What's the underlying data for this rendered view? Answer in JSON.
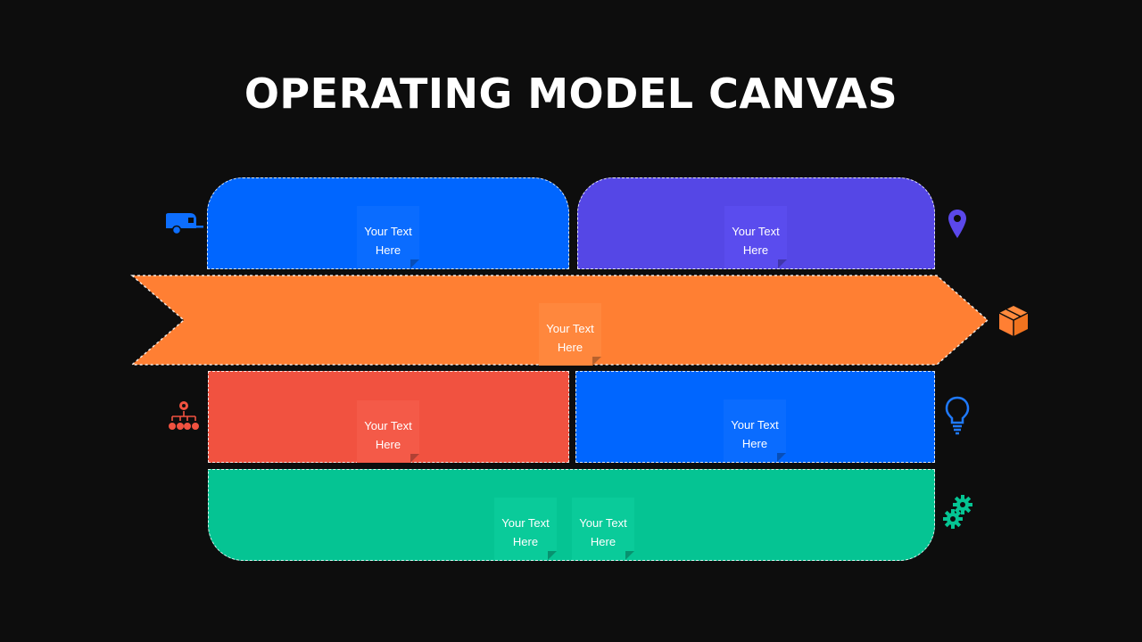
{
  "title": "OPERATING MODEL CANVAS",
  "colors": {
    "background": "#0d0d0d",
    "blue": "#0066ff",
    "purple": "#5547e6",
    "orange": "#ff7f33",
    "red": "#f15240",
    "green": "#05c493"
  },
  "blocks": {
    "people": {
      "note": {
        "line1": "Your Text",
        "line2": "Here"
      },
      "icon": "trailer-icon"
    },
    "location": {
      "note": {
        "line1": "Your Text",
        "line2": "Here"
      },
      "icon": "location-pin-icon"
    },
    "value_chain": {
      "note": {
        "line1": "Your Text",
        "line2": "Here"
      },
      "icon": "box-icon"
    },
    "organization": {
      "note": {
        "line1": "Your Text",
        "line2": "Here"
      },
      "icon": "org-chart-icon"
    },
    "information": {
      "note": {
        "line1": "Your Text",
        "line2": "Here"
      },
      "icon": "lightbulb-icon"
    },
    "management": {
      "notes": [
        {
          "line1": "Your Text",
          "line2": "Here"
        },
        {
          "line1": "Your Text",
          "line2": "Here"
        }
      ],
      "icon": "gears-icon"
    }
  }
}
